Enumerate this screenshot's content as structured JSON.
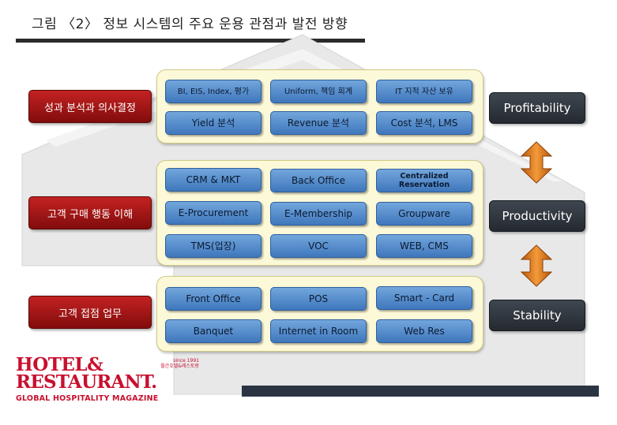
{
  "title": "그림 〈2〉 정보 시스템의 주요 운용 관점과 발전 방향",
  "categories": [
    {
      "label": "성과 분석과 의사결정"
    },
    {
      "label": "고객 구매 행동 이해"
    },
    {
      "label": "고객 접점 업무"
    }
  ],
  "layers": [
    {
      "items": [
        "BI, EIS, Index, 평가",
        "Uniform, 책임 회계",
        "IT 지적 자산 보유",
        "Yield 분석",
        "Revenue 분석",
        "Cost 분석, LMS"
      ]
    },
    {
      "items": [
        "CRM & MKT",
        "Back Office",
        "Centralized\nReservation",
        "E-Procurement",
        "E-Membership",
        "Groupware",
        "TMS(업장)",
        "VOC",
        "WEB, CMS"
      ]
    },
    {
      "items": [
        "Front Office",
        "POS",
        "Smart - Card",
        "Banquet",
        "Internet in Room",
        "Web Res"
      ]
    }
  ],
  "goals": [
    {
      "label": "Profitability"
    },
    {
      "label": "Productivity"
    },
    {
      "label": "Stability"
    }
  ],
  "logo": {
    "line1": "HOTEL&",
    "line2": "RESTAURANT.",
    "tagline": "GLOBAL HOSPITALITY MAGAZINE",
    "since": "since 1991\n월간호텔&레스토랑"
  },
  "colors": {
    "category": "#a01515",
    "chip": "#4f86c8",
    "goal": "#2f353c",
    "arrow": "#e07a1a",
    "panel": "#fcf9d8",
    "house": "#e6e6e6"
  }
}
